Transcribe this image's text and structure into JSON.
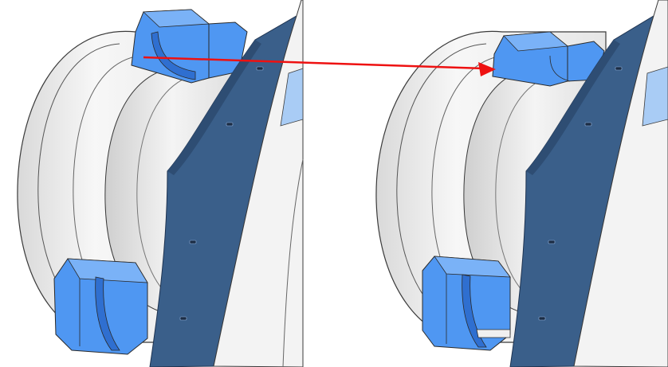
{
  "figure": {
    "panels": [
      {
        "id": "before",
        "state": "clamp jaws at original position"
      },
      {
        "id": "after",
        "state": "clamp jaws at moved position"
      }
    ],
    "annotation": {
      "type": "arrow",
      "from": "before",
      "to": "after"
    }
  },
  "colors": {
    "background": "#ffffff",
    "body_light": "#f2f2f2",
    "body_mid": "#dcdcdc",
    "body_dark": "#b4b4b4",
    "outline": "#3a3a3a",
    "jaw": "#4f97f2",
    "jaw_light": "#7ab2f7",
    "jaw_dark": "#2f6fd0",
    "plate": "#3a5f8a",
    "plate_dark": "#2e4d73",
    "window": "#a9ccf5",
    "arrow": "#ee1111"
  }
}
